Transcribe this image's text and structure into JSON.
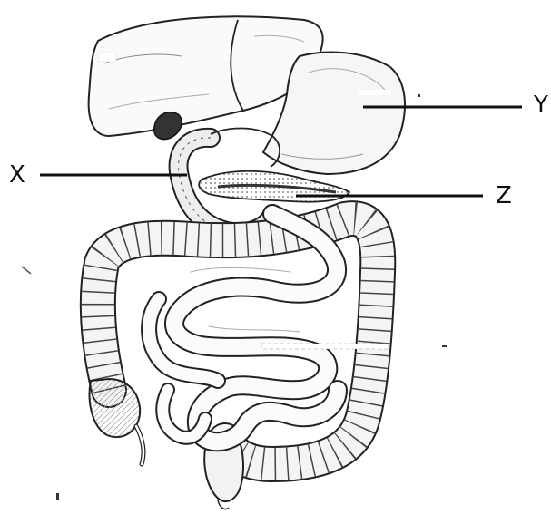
{
  "diagram": {
    "labels": {
      "x": "X",
      "y": "Y",
      "z": "Z"
    },
    "colors": {
      "ink": "#222222",
      "paper": "#ffffff",
      "shade": "#cfcfcf"
    }
  }
}
